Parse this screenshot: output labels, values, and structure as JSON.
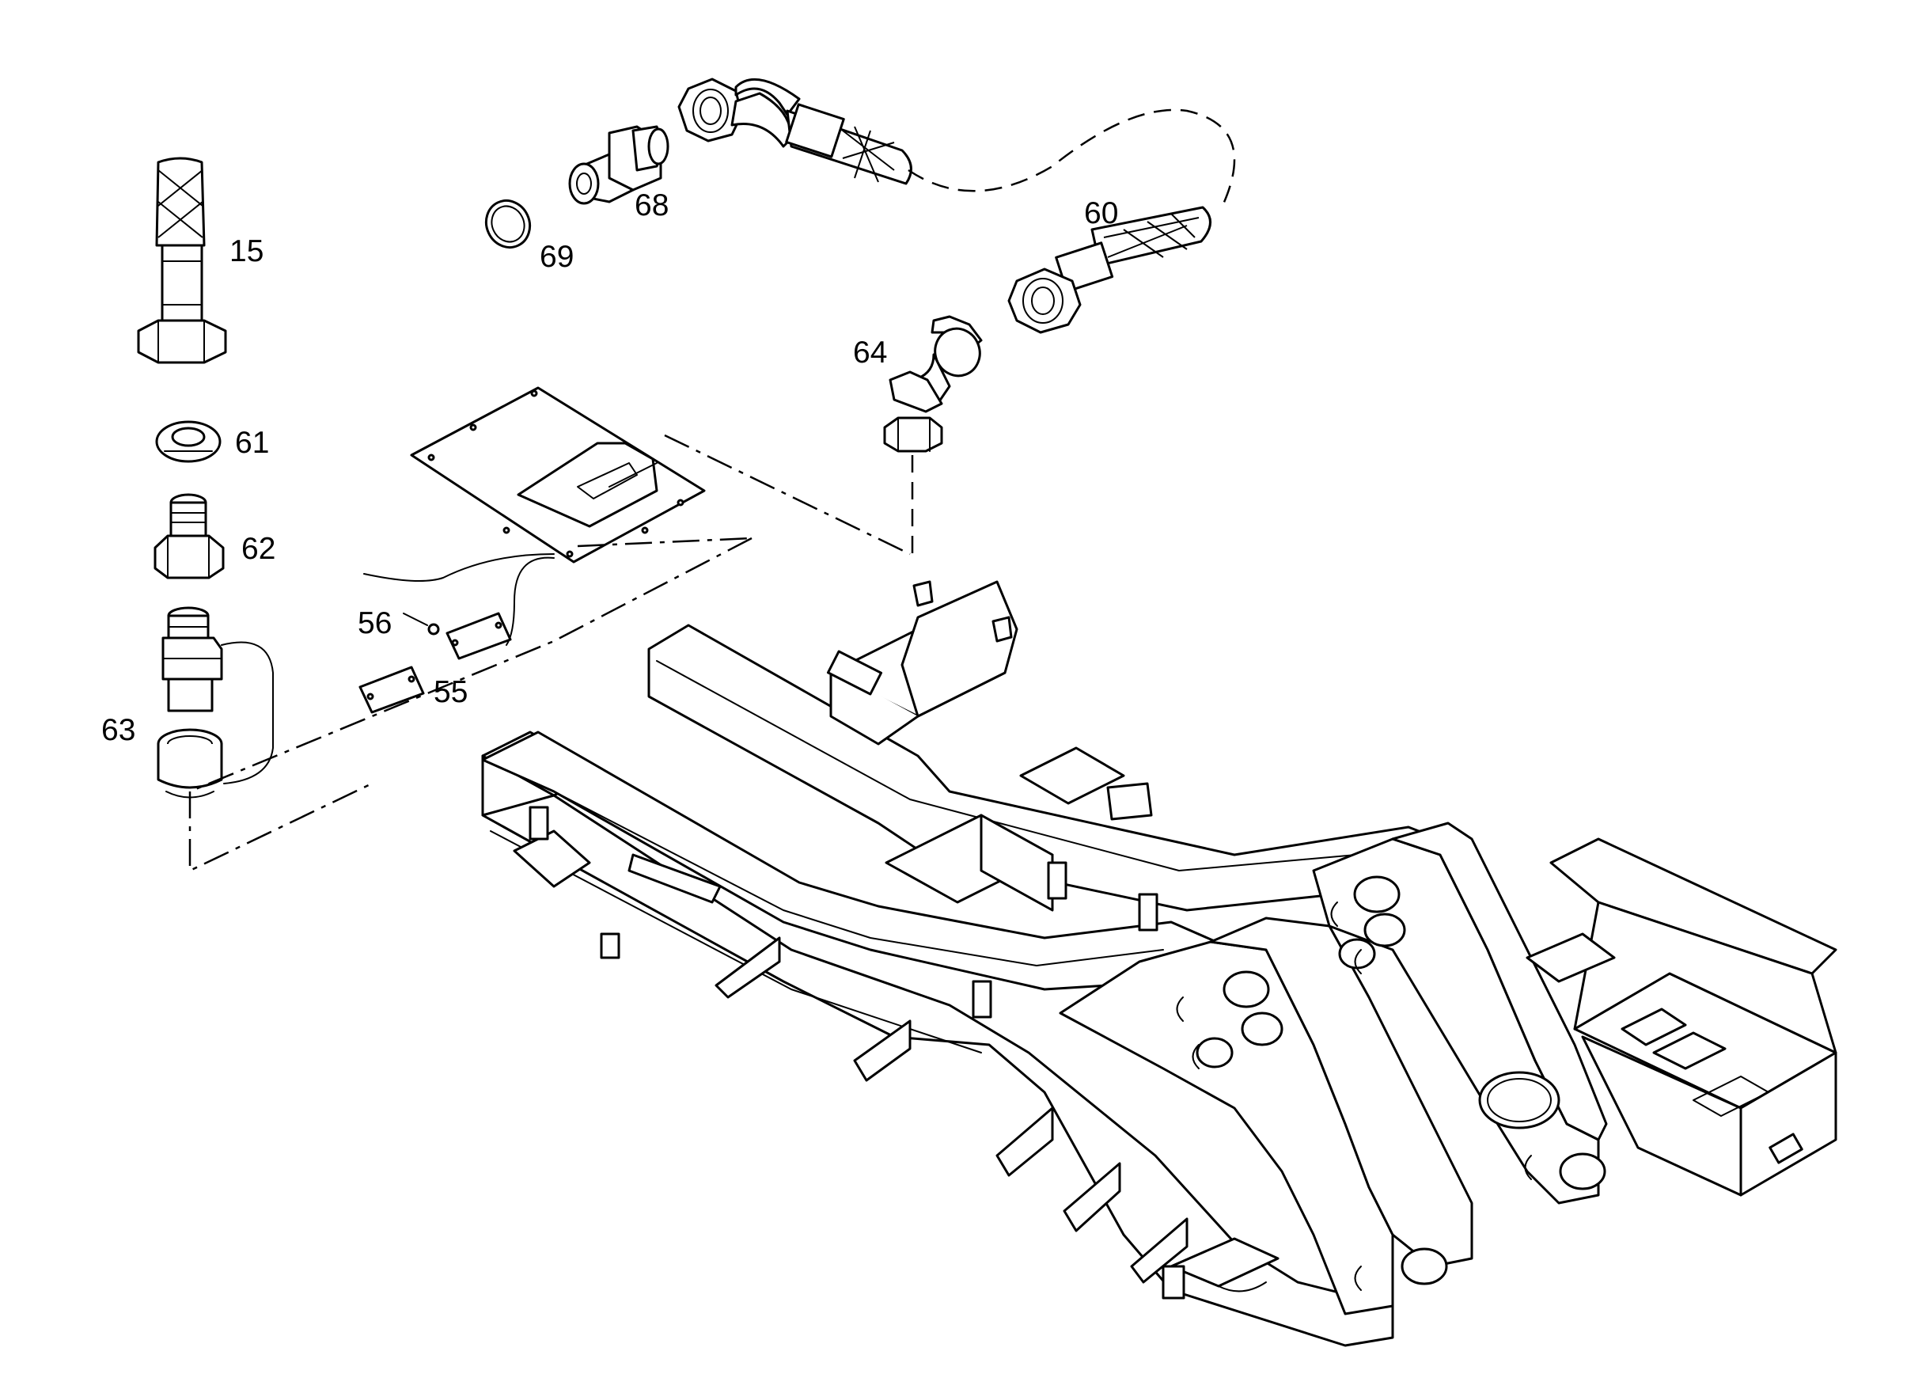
{
  "callouts": {
    "p15": "15",
    "p55": "55",
    "p56": "56",
    "p60": "60",
    "p61": "61",
    "p62": "62",
    "p63": "63",
    "p64": "64",
    "p68": "68",
    "p69": "69"
  },
  "colors": {
    "line": "#000000",
    "background": "#ffffff"
  }
}
